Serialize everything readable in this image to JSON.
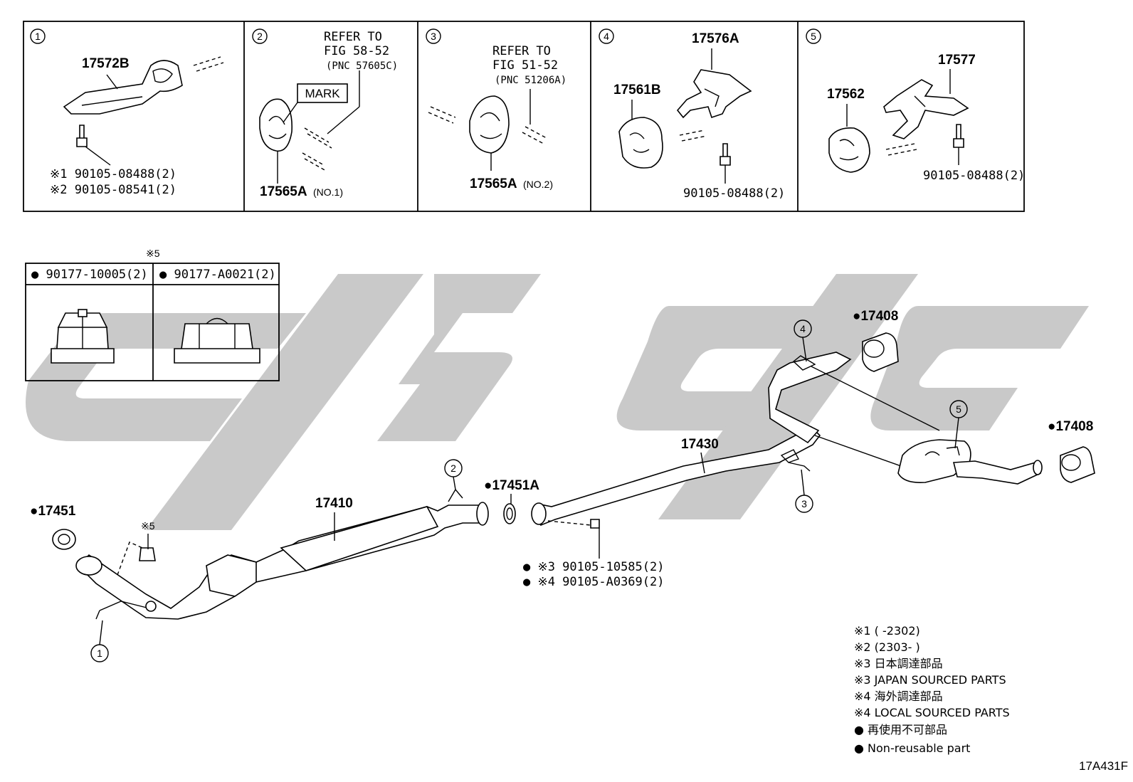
{
  "figure_code": "17A431F",
  "watermark": "ghc",
  "detail_panels": [
    {
      "num": "1",
      "part": "17572B",
      "notes": [
        "※1 90105-08488(2)",
        "※2 90105-08541(2)"
      ]
    },
    {
      "num": "2",
      "ref_lines": [
        "REFER TO",
        "FIG 58-52",
        "(PNC 57605C)"
      ],
      "mark_label": "MARK",
      "part": "17565A",
      "part_suffix": "(NO.1)"
    },
    {
      "num": "3",
      "ref_lines": [
        "REFER TO",
        "FIG 51-52",
        "(PNC 51206A)"
      ],
      "part": "17565A",
      "part_suffix": "(NO.2)"
    },
    {
      "num": "4",
      "parts": [
        "17576A",
        "17561B"
      ],
      "bolt": "90105-08488(2)"
    },
    {
      "num": "5",
      "parts": [
        "17577",
        "17562"
      ],
      "bolt": "90105-08488(2)"
    }
  ],
  "nut_table": {
    "note": "※5",
    "cells": [
      "● 90177-10005(2)",
      "● 90177-A0021(2)"
    ]
  },
  "main_labels": {
    "p17451": "●17451",
    "note5": "※5",
    "p17410": "17410",
    "p17451A": "●17451A",
    "p17430": "17430",
    "p17408_top": "●17408",
    "p17408_right": "●17408",
    "bolt3": "● ※3 90105-10585(2)",
    "bolt4": "● ※4 90105-A0369(2)",
    "callouts": [
      "1",
      "2",
      "3",
      "4",
      "5"
    ]
  },
  "legend": [
    "※1 (       -2302)",
    "※2 (2303-       )",
    "※3 日本調達部品",
    "※3 JAPAN SOURCED PARTS",
    "※4 海外調達部品",
    "※4 LOCAL SOURCED PARTS",
    "● 再使用不可部品",
    "● Non-reusable part"
  ]
}
